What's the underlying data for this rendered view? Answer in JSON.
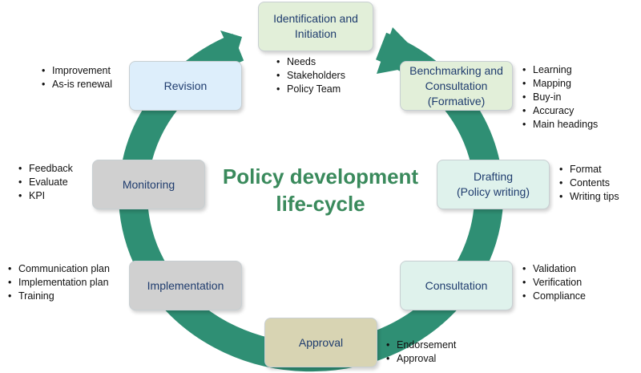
{
  "title": "Policy development\nlife-cycle",
  "colors": {
    "ring": "#2f8f74",
    "title": "#3a8a5c",
    "stage_text": "#1f3c6e"
  },
  "stages": [
    {
      "name": "identification",
      "label": "Identification and\nInitiation",
      "fill": "#e2efd9",
      "bullets": [
        "Needs",
        "Stakeholders",
        "Policy Team"
      ]
    },
    {
      "name": "benchmarking",
      "label": "Benchmarking and\nConsultation\n(Formative)",
      "fill": "#e2efd9",
      "bullets": [
        "Learning",
        "Mapping",
        "Buy-in",
        "Accuracy",
        "Main headings"
      ]
    },
    {
      "name": "drafting",
      "label": "Drafting\n(Policy writing)",
      "fill": "#dff2ec",
      "bullets": [
        "Format",
        "Contents",
        "Writing tips"
      ]
    },
    {
      "name": "consultation",
      "label": "Consultation",
      "fill": "#dff2ec",
      "bullets": [
        "Validation",
        "Verification",
        "Compliance"
      ]
    },
    {
      "name": "approval",
      "label": "Approval",
      "fill": "#d8d4b3",
      "bullets": [
        "Endorsement",
        "Approval"
      ]
    },
    {
      "name": "implementation",
      "label": "Implementation",
      "fill": "#d0d0d0",
      "bullets": [
        "Communication plan",
        "Implementation plan",
        "Training"
      ]
    },
    {
      "name": "monitoring",
      "label": "Monitoring",
      "fill": "#d0d0d0",
      "bullets": [
        "Feedback",
        "Evaluate",
        "KPI"
      ]
    },
    {
      "name": "revision",
      "label": "Revision",
      "fill": "#ddeefb",
      "bullets": [
        "Improvement",
        "As-is renewal"
      ]
    }
  ]
}
